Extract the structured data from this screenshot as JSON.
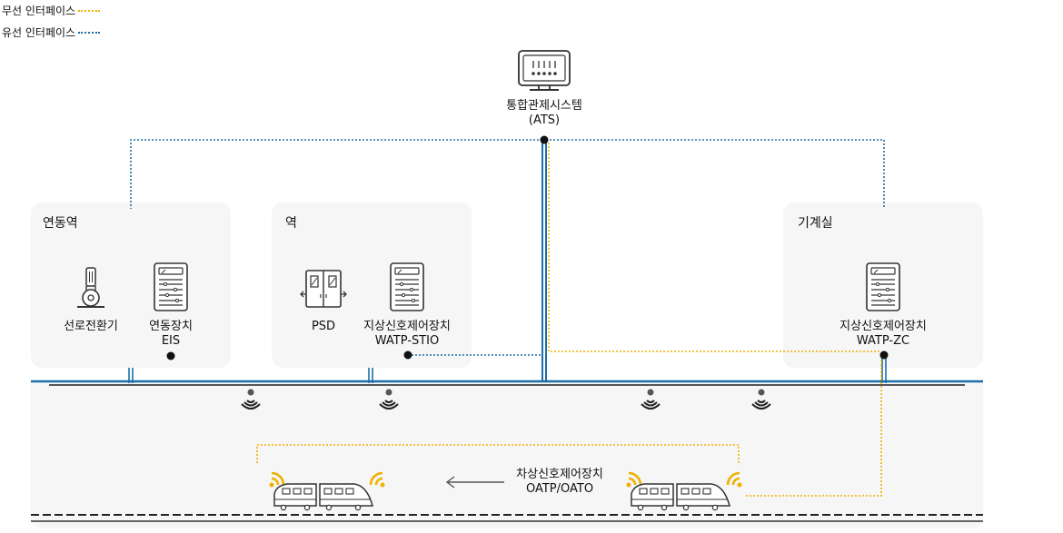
{
  "legend": {
    "wireless_label": "무선 인터페이스",
    "wired_label": "유선 인터페이스",
    "wireless_color": "#f0b000",
    "wired_color": "#1a6ea8"
  },
  "ats": {
    "name": "통합관제시스템",
    "code": "(ATS)"
  },
  "interlocking_station": {
    "title": "연동역",
    "point_machine": "선로전환기",
    "eis_name": "연동장치",
    "eis_code": "EIS"
  },
  "station": {
    "title": "역",
    "psd": "PSD",
    "stio_name": "지상신호제어장치",
    "stio_code": "WATP-STIO"
  },
  "machine_room": {
    "title": "기계실",
    "zc_name": "지상신호제어장치",
    "zc_code": "WATP-ZC"
  },
  "onboard": {
    "name": "차상신호제어장치",
    "code": "OATP/OATO"
  },
  "colors": {
    "wired": "#1a6ea8",
    "wireless": "#f0b000",
    "track": "#555555",
    "icon": "#333333",
    "panel": "#f6f6f6"
  }
}
